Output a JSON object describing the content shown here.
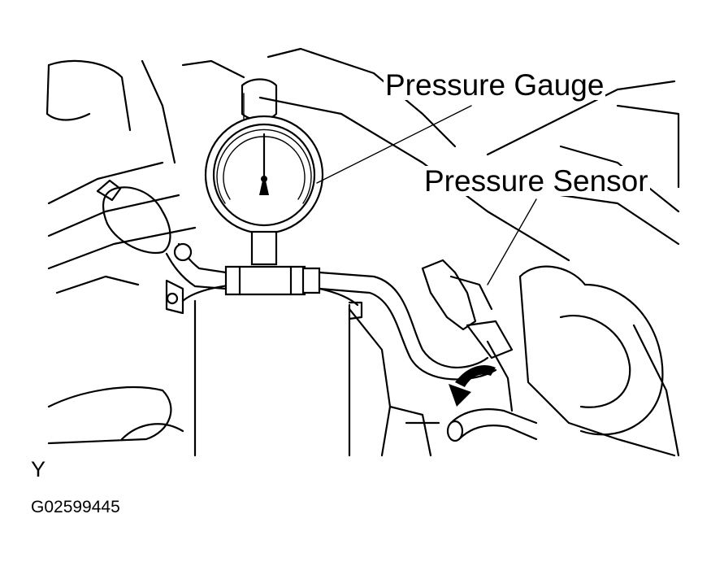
{
  "labels": {
    "pressure_gauge": "Pressure Gauge",
    "pressure_sensor": "Pressure Sensor"
  },
  "view_letter": "Y",
  "figure_code": "G02599445",
  "colors": {
    "ink": "#000000",
    "paper": "#ffffff"
  }
}
